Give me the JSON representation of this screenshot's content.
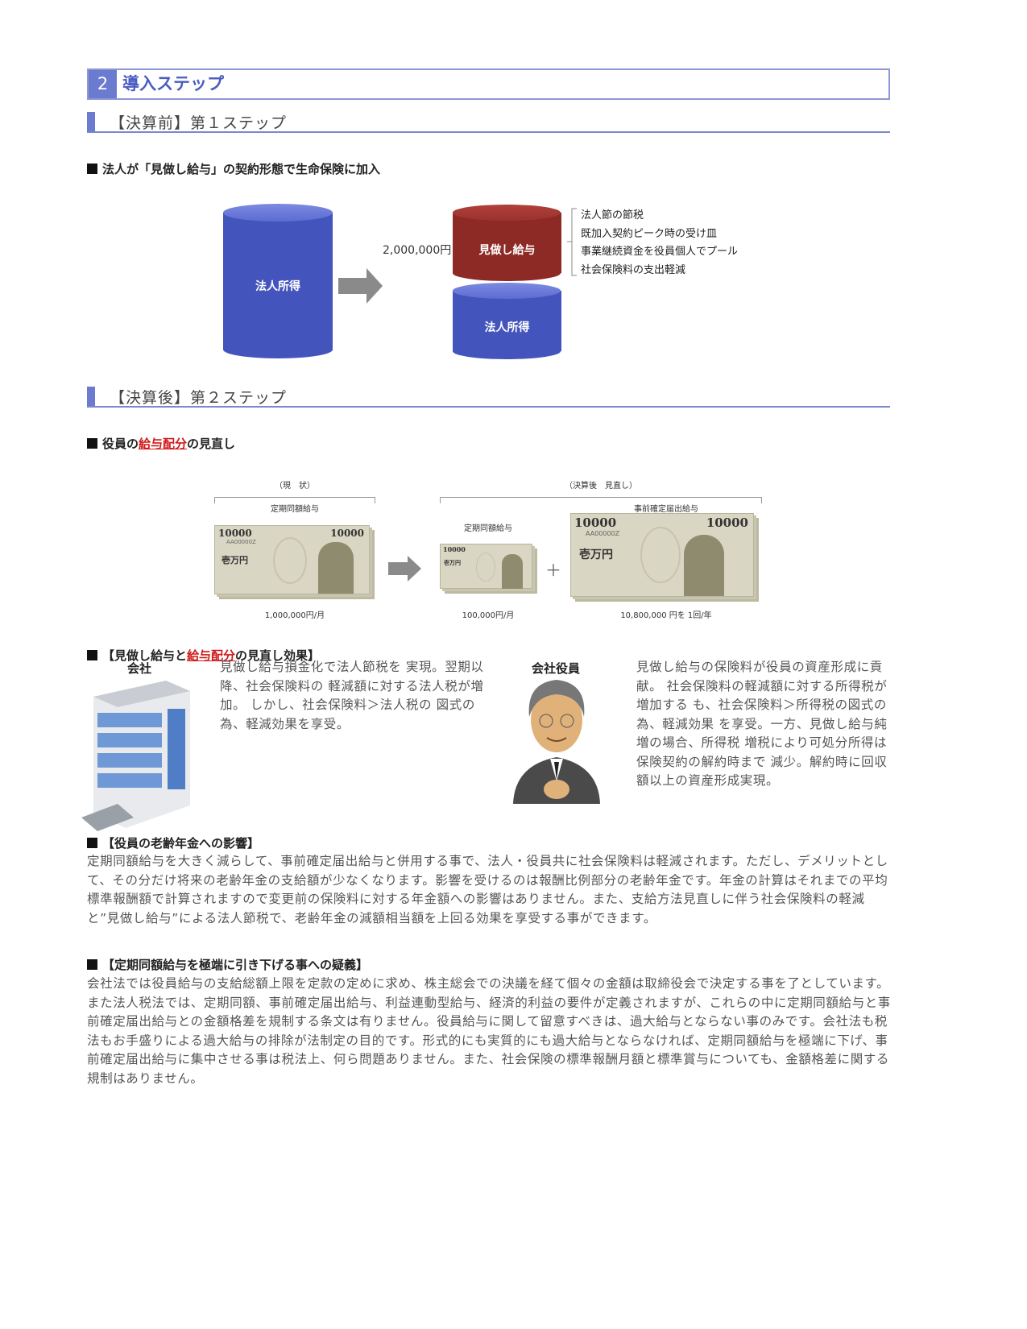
{
  "header": {
    "number": "2",
    "title": "導入ステップ"
  },
  "step1": {
    "title": "【決算前】第１ステップ",
    "heading": "法人が「見做し給与」の契約形態で生命保険に加入",
    "left_cylinder": "法人所得",
    "amount": "2,000,000円",
    "red_cylinder": "見做し給与",
    "blue_cylinder": "法人所得",
    "benefits": [
      "法人節の節税",
      "既加入契約ピーク時の受け皿",
      "事業継続資金を役員個人でプール",
      "社会保険料の支出軽減"
    ]
  },
  "step2": {
    "title": "【決算後】第２ステップ",
    "heading_pre": "役員の",
    "heading_red": "給与配分",
    "heading_post": "の見直し",
    "current_label": "（現　状）",
    "current_item": "定期同額給与",
    "current_amount": "1,000,000円/月",
    "after_label": "（決算後　見直し）",
    "after_item1": "定期同額給与",
    "after_amount1": "100,000円/月",
    "after_item2": "事前確定届出給与",
    "after_amount2": "10,800,000 円を 1回/年",
    "plus": "＋",
    "bill_denom": "10000",
    "bill_serial": "AA00000Z",
    "bill_kanji": "壱万円"
  },
  "effects": {
    "heading_pre": "【見做し給与と",
    "heading_red": "給与配分",
    "heading_post": "の見直し効果】",
    "company_label": "会社",
    "company_text": "見做し給与損金化で法人節税を 実現。翌期以降、社会保険料の 軽減額に対する法人税が増加。 しかし、社会保険料＞法人税の 図式の為、軽減効果を享受。",
    "officer_label": "会社役員",
    "officer_text": "見做し給与の保険料が役員の資産形成に貢献。 社会保険料の軽減額に対する所得税が増加する も、社会保険料＞所得税の図式の為、軽減効果 を享受。一方、見做し給与純増の場合、所得税 増税により可処分所得は保険契約の解約時まで 減少。解約時に回収額以上の資産形成実現。"
  },
  "pension": {
    "heading": "【役員の老齢年金への影響】",
    "text": "定期同額給与を大きく減らして、事前確定届出給与と併用する事で、法人・役員共に社会保険料は軽減されます。ただし、デメリットとして、その分だけ将来の老齢年金の支給額が少なくなります。影響を受けるのは報酬比例部分の老齢年金です。年金の計算はそれまでの平均標準報酬額で計算されますので変更前の保険料に対する年金額への影響はありません。また、支給方法見直しに伴う社会保険料の軽減と”見做し給与”による法人節税で、老齢年金の減額相当額を上回る効果を享受する事ができます。"
  },
  "doubt": {
    "heading": "【定期同額給与を極端に引き下げる事への疑義】",
    "text": "会社法では役員給与の支給総額上限を定款の定めに求め、株主総会での決議を経て個々の金額は取締役会で決定する事を了としています。また法人税法では、定期同額、事前確定届出給与、利益連動型給与、経済的利益の要件が定義されますが、これらの中に定期同額給与と事前確定届出給与との金額格差を規制する条文は有りません。役員給与に関して留意すべきは、過大給与とならない事のみです。会社法も税法もお手盛りによる過大給与の排除が法制定の目的です。形式的にも実質的にも過大給与とならなければ、定期同額給与を極端に下げ、事前確定届出給与に集中させる事は税法上、何ら問題ありません。また、社会保険の標準報酬月額と標準賞与についても、金額格差に関する規制はありません。"
  },
  "colors": {
    "accent": "#6b7bd0",
    "cylinder_blue": "#4355bd",
    "cylinder_red": "#8e2a26",
    "red_text": "#d01818"
  }
}
